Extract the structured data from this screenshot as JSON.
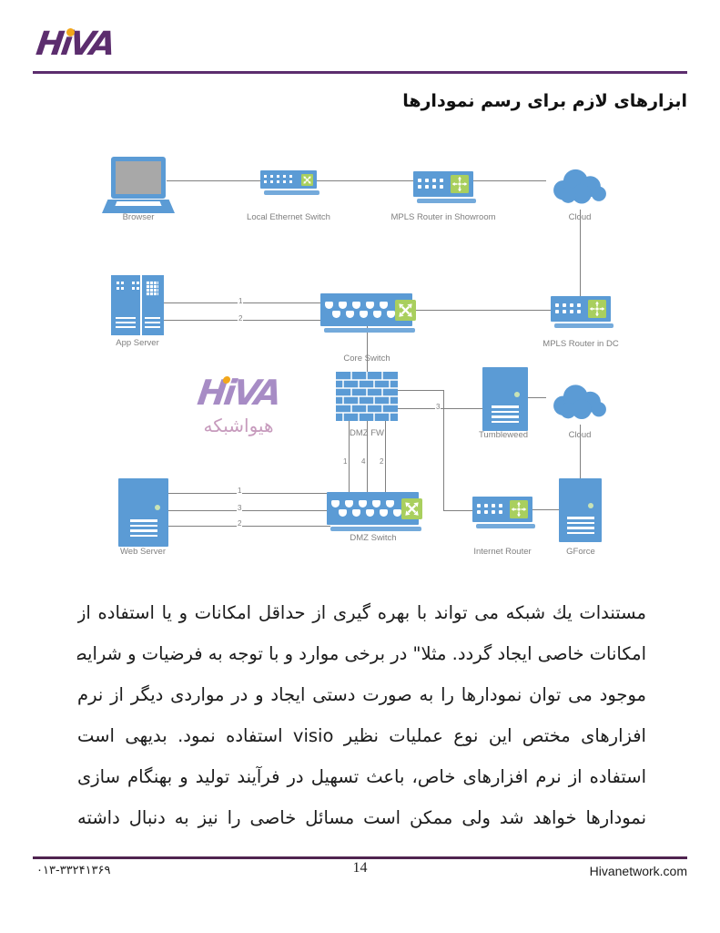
{
  "colors": {
    "brand-purple": "#5c2d6e",
    "accent-orange": "#f2a71b",
    "diagram-blue": "#5b9bd5",
    "diagram-green": "#a9cf5e",
    "line-gray": "#808080",
    "label-gray": "#7f7f7f",
    "watermark-purple": "#a78cc5",
    "watermark-pink": "#c79bbd"
  },
  "header": {
    "logo_text": "HiVA"
  },
  "title": "ابزارهای لازم برای رسم نمودارها",
  "diagram": {
    "nodes": {
      "browser": {
        "label": "Browser"
      },
      "local_ethernet_switch": {
        "label": "Local Ethernet Switch"
      },
      "mpls_router_showroom": {
        "label": "MPLS Router in Showroom"
      },
      "cloud_top": {
        "label": "Cloud"
      },
      "app_server": {
        "label": "App Server"
      },
      "core_switch": {
        "label": "Core Switch"
      },
      "mpls_router_dc": {
        "label": "MPLS Router in DC"
      },
      "dmz_fw": {
        "label": "DMZ FW"
      },
      "tumbleweed": {
        "label": "Tumbleweed"
      },
      "cloud_mid": {
        "label": "Cloud"
      },
      "web_server": {
        "label": "Web Server"
      },
      "dmz_switch": {
        "label": "DMZ Switch"
      },
      "internet_router": {
        "label": "Internet Router"
      },
      "gforce": {
        "label": "GForce"
      }
    },
    "link_labels": {
      "app_core_1": "1",
      "app_core_2": "2",
      "fw_tumbleweed": "3",
      "fw_dmz_1": "1",
      "fw_dmz_4": "4",
      "fw_dmz_2": "2",
      "web_dmz_1": "1",
      "web_dmz_3": "3",
      "web_dmz_2": "2"
    },
    "watermark": {
      "logo_text": "HiVA",
      "subtitle": "هیواشبکه"
    }
  },
  "body": {
    "lines": [
      "مستندات يك شبكه می تواند با بهره گیری از حداقل امكانات و یا استفاده از",
      "امكانات خاصی ایجاد گردد. مثلا\" در برخی موارد و با توجه به فرضیات و شرایط",
      "موجود می توان نمودارها را به صورت دستی ایجاد و در مواردی دیگر از نرم",
      "افزارهای مختص این نوع عملیات نظیر visio استفاده نمود. بدیهی است",
      "استفاده از نرم افزارهای خاص، باعث تسهیل در فرآیند تولید و بهنگام سازی",
      "نمودارها خواهد شد ولی ممكن است مسائل خاصی را نیز به دنبال داشته"
    ]
  },
  "footer": {
    "phone": "۰۱۳-۳۳۲۴۱۳۶۹",
    "page_number": "14",
    "website": "Hivanetwork.com"
  }
}
